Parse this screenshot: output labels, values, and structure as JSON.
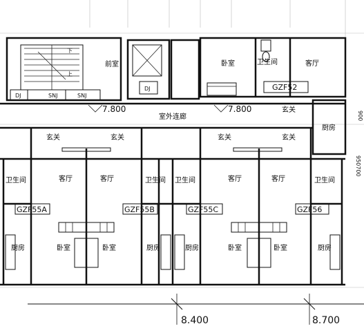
{
  "labels": {
    "front_room": "前室",
    "outdoor_corridor": "室外连廊",
    "bedroom": "卧室",
    "bathroom": "卫生间",
    "living_room": "客厅",
    "entrance": "玄关",
    "kitchen": "厨房"
  },
  "shafts": {
    "dj": "DJ",
    "snj": "SNJ"
  },
  "stair": {
    "down": "下",
    "up": "上"
  },
  "elevations": {
    "left": "7.800",
    "right": "7.800"
  },
  "units": {
    "gzf52": "GZF52",
    "gzf55a": "GZF55A",
    "gzf55b": "GZF55B",
    "gzf55c": "GZF55C",
    "gzf56": "GZF56"
  },
  "dimensions": {
    "span_1": "8.400",
    "span_2": "8.700"
  },
  "edge_text": {
    "top": "900",
    "bottom": "950700"
  }
}
